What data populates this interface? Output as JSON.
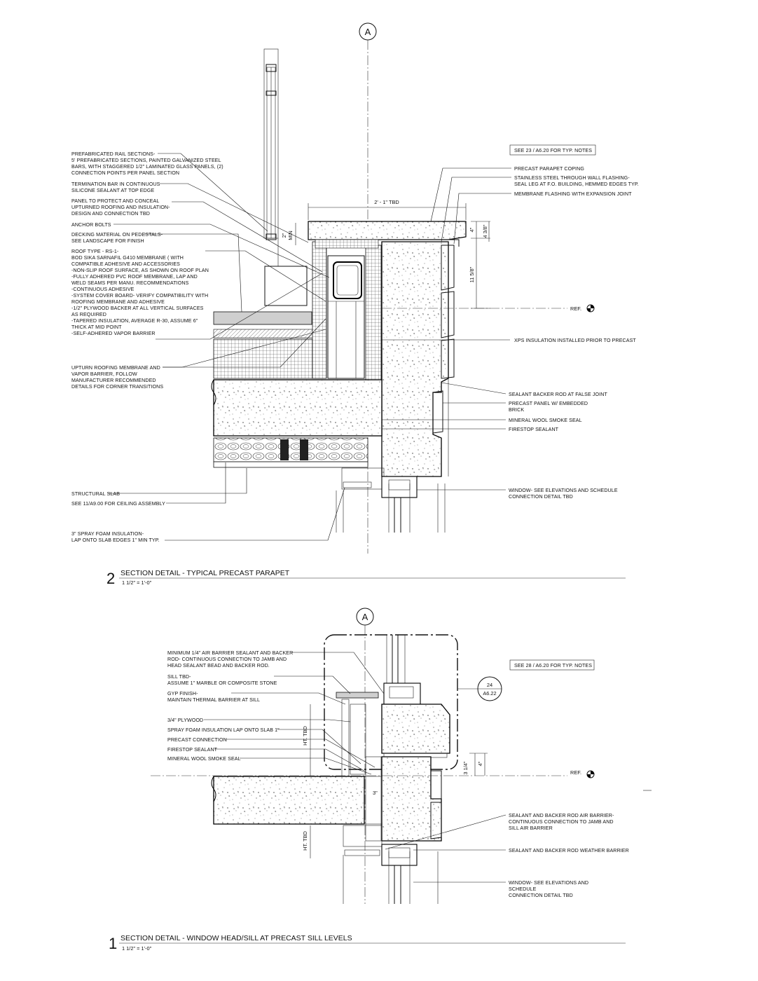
{
  "grid_tag": "A",
  "detail2": {
    "number": "2",
    "title": "SECTION DETAIL - TYPICAL PRECAST PARAPET",
    "scale": "1 1/2\" = 1'-0\"",
    "see_note": "SEE 23 / A6.20 FOR TYP. NOTES",
    "ref_label": "REF.",
    "dims": {
      "width": "2' - 1\" TBD",
      "min": "2\"",
      "min_sub": "MIN",
      "d4": "4\"",
      "d438": "4 3/8\"",
      "d1158": "11 5/8\""
    },
    "left_notes": [
      [
        "PREFABRICATED RAIL SECTIONS-",
        "5' PREFABRICATED SECTIONS, PAINTED GALVANIZED STEEL",
        "BARS, WITH STAGGERED 1/2\" LAMINATED GLASS PANELS, (2)",
        "CONNECTION POINTS PER PANEL SECTION"
      ],
      [
        "TERMINATION BAR IN CONTINUOUS",
        "SILICONE SEALANT AT TOP EDGE"
      ],
      [
        "PANEL TO PROTECT  AND CONCEAL",
        "UPTURNED ROOFING AND INSULATION-",
        "DESIGN AND CONNECTION TBD"
      ],
      [
        "ANCHOR BOLTS"
      ],
      [
        "DECKING MATERIAL ON PEDESTALS-",
        "SEE LANDSCAPE FOR FINISH"
      ],
      [
        "ROOF TYPE - RS-1-",
        "BOD SIKA SARNAFIL G410 MEMBRANE ( WITH",
        "COMPATIBLE ADHESIVE AND ACCESSORIES",
        "-NON-SLIP ROOF SURFACE, AS SHOWN ON ROOF PLAN",
        "-FULLY ADHERED PVC ROOF MEMBRANE, LAP AND",
        "WELD SEAMS PER MANU. RECOMMENDATIONS",
        "-CONTINUOUS ADHESIVE",
        "-SYSTEM COVER BOARD- VERIFY COMPATIBILITY WITH",
        "ROOFING MEMBRANE AND ADHESIVE",
        "-1/2\" PLYWOOD BACKER AT ALL VERTICAL SURFACES",
        "AS REQUIRED",
        "-TAPERED INSULATION, AVERAGE R-30, ASSUME  6\"",
        "THICK AT MID POINT",
        "-SELF-ADHERED VAPOR BARRIER"
      ],
      [
        "UPTURN ROOFING MEMBRANE AND",
        "VAPOR BARRIER, FOLLOW",
        "MANUFACTURER RECOMMENDED",
        "DETAILS FOR CORNER TRANSITIONS"
      ],
      [
        "STRUCTURAL SLAB"
      ],
      [
        "SEE 11/A9.00 FOR CEILING ASSEMBLY"
      ],
      [
        "3\" SPRAY FOAM INSULATION-",
        "LAP ONTO SLAB EDGES 1\" MIN TYP."
      ]
    ],
    "right_notes": [
      [
        "PRECAST PARAPET COPING"
      ],
      [
        "STAINLESS STEEL THROUGH WALL FLASHING-",
        "SEAL LEG AT F.O. BUILDING, HEMMED EDGES TYP."
      ],
      [
        "MEMBRANE FLASHING WITH EXPANSION JOINT"
      ],
      [
        "XPS INSULATION INSTALLED PRIOR TO PRECAST"
      ],
      [
        "SEALANT BACKER ROD AT FALSE JOINT"
      ],
      [
        "PRECAST PANEL W/ EMBEDDED",
        "BRICK"
      ],
      [
        "MINERAL WOOL SMOKE SEAL"
      ],
      [
        "FIRESTOP SEALANT"
      ],
      [
        "WINDOW- SEE ELEVATIONS AND SCHEDULE",
        "CONNECTION DETAIL TBD"
      ]
    ]
  },
  "detail1": {
    "number": "1",
    "title": "SECTION DETAIL - WINDOW HEAD/SILL AT PRECAST SILL LEVELS",
    "scale": "1 1/2\" = 1'-0\"",
    "see_note": "SEE 28 / A6.20 FOR TYP. NOTES",
    "ref_label": "REF.",
    "callout_top": "24",
    "callout_bottom": "A6.22",
    "dims": {
      "ht": "HT. TBD",
      "ht2": "HT. TBD",
      "d4": "4\"",
      "d314": "3 1/4\"",
      "d3": "3\""
    },
    "left_notes": [
      [
        "MINIMUM 1/4\" AIR BARRIER SEALANT AND BACKER",
        "ROD- CONTINUOUS CONNECTION TO JAMB AND",
        "HEAD SEALANT BEAD AND BACKER ROD."
      ],
      [
        "SILL TBD-",
        "ASSUME 1\" MARBLE OR COMPOSITE STONE"
      ],
      [
        "GYP FINISH-",
        "MAINTAIN THERMAL BARRIER AT SILL"
      ],
      [
        "3/4\" PLYWOOD"
      ],
      [
        "SPRAY FOAM INSULATION LAP ONTO  SLAB 1\""
      ],
      [
        "PRECAST CONNECTION"
      ],
      [
        "FIRESTOP SEALANT"
      ],
      [
        "MINERAL WOOL SMOKE SEAL"
      ]
    ],
    "right_notes": [
      [
        "SEALANT AND BACKER ROD AIR BARRIER-",
        "CONTINUOUS CONNECTION TO JAMB AND",
        "SILL AIR BARRIER"
      ],
      [
        "SEALANT AND BACKER ROD WEATHER BARRIER"
      ],
      [
        "WINDOW- SEE ELEVATIONS AND",
        "SCHEDULE",
        "CONNECTION DETAIL TBD"
      ]
    ]
  }
}
